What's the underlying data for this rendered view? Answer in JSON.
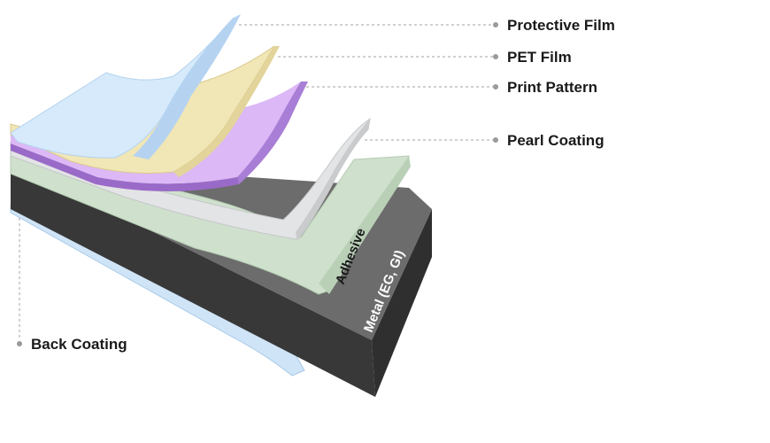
{
  "layers": {
    "protective_film": {
      "label": "Protective Film",
      "color": "#d6eafb"
    },
    "pet_film": {
      "label": "PET Film",
      "color": "#f1e6b6"
    },
    "print_pattern": {
      "label": "Print Pattern",
      "color": "#dcb8f7"
    },
    "pearl_coating": {
      "label": "Pearl Coating",
      "color": "#e3e4e5"
    },
    "adhesive": {
      "label": "Adhesive",
      "color": "#cfe1cd"
    },
    "metal": {
      "label": "Metal (EG, GI)",
      "color": "#3a3a3a"
    },
    "back_coating": {
      "label": "Back Coating",
      "color": "#cfe4f6"
    }
  }
}
